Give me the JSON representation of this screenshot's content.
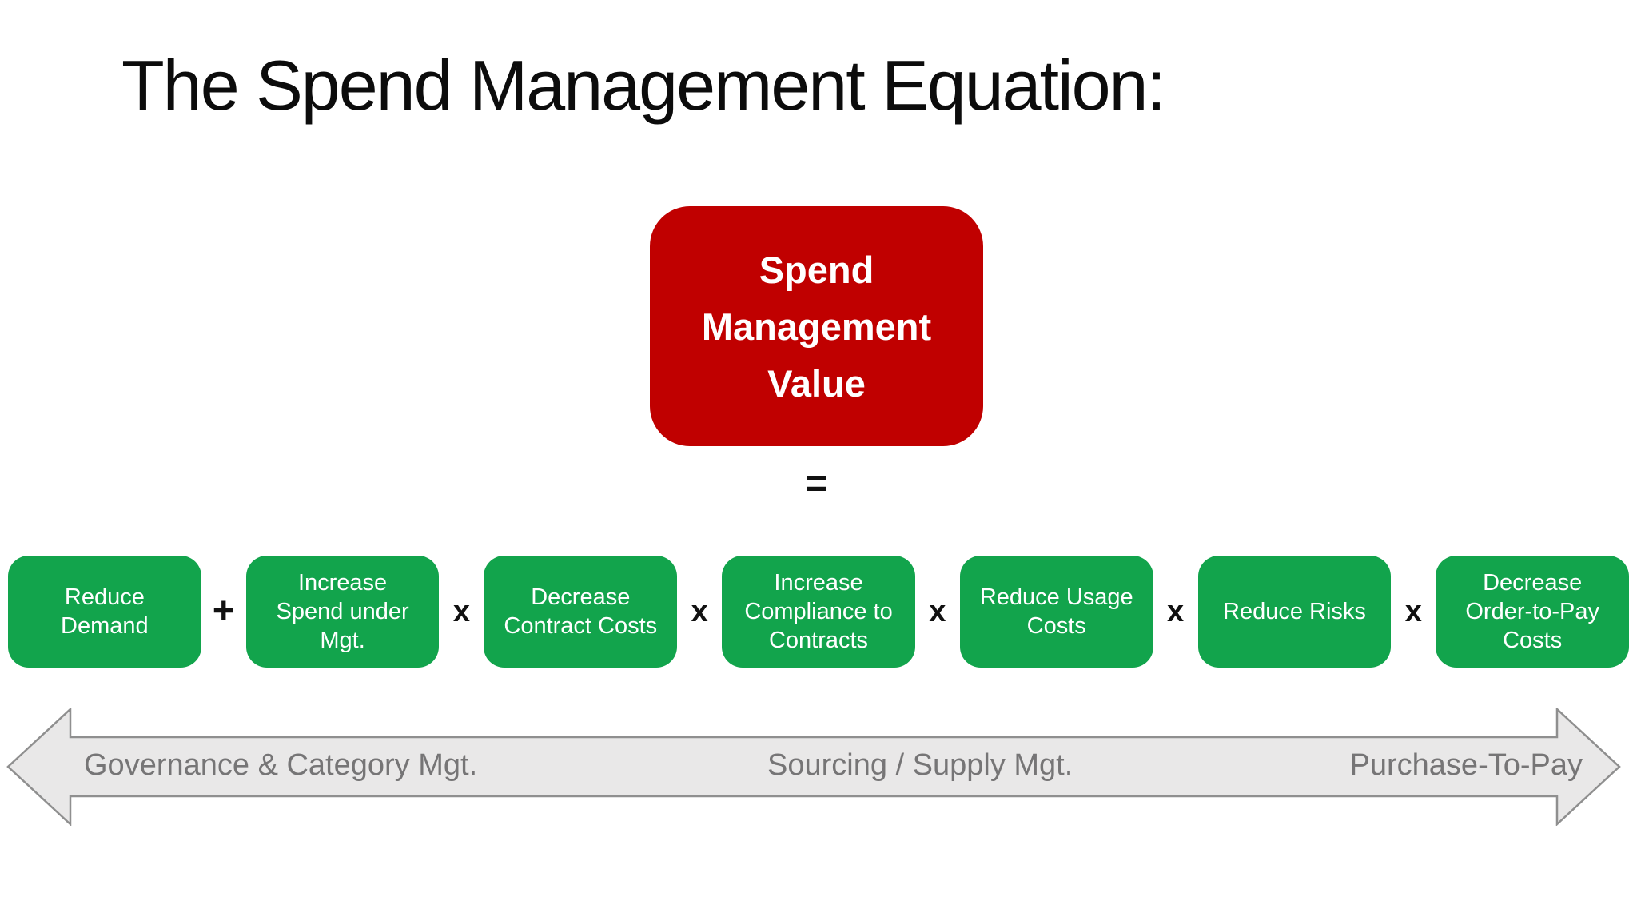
{
  "slide": {
    "title": "The Spend Management Equation:"
  },
  "colors": {
    "value_box_fill": "#c00000",
    "equation_box_fill": "#12a44c",
    "equation_box_text": "#ffffff",
    "operator_text": "#111111",
    "title_text": "#0c0c0c",
    "arrow_fill": "#e9e8e8",
    "arrow_border": "#8f8f8f",
    "arrow_text": "#767576"
  },
  "value_box": {
    "lines": [
      "Spend",
      "Management",
      "Value"
    ]
  },
  "equals": "=",
  "equation": {
    "items": [
      {
        "lines": [
          "Reduce",
          "Demand"
        ]
      },
      {
        "lines": [
          "Increase",
          "Spend under",
          "Mgt."
        ]
      },
      {
        "lines": [
          "Decrease",
          "Contract Costs"
        ]
      },
      {
        "lines": [
          "Increase",
          "Compliance to",
          "Contracts"
        ]
      },
      {
        "lines": [
          "Reduce Usage",
          "Costs"
        ]
      },
      {
        "lines": [
          "Reduce Risks"
        ]
      },
      {
        "lines": [
          "Decrease",
          "Order-to-Pay",
          "Costs"
        ]
      }
    ],
    "operators": [
      "+",
      "x",
      "x",
      "x",
      "x",
      "x"
    ]
  },
  "arrow": {
    "labels": {
      "left": "Governance & Category Mgt.",
      "center": "Sourcing / Supply Mgt.",
      "right": "Purchase-To-Pay"
    }
  }
}
